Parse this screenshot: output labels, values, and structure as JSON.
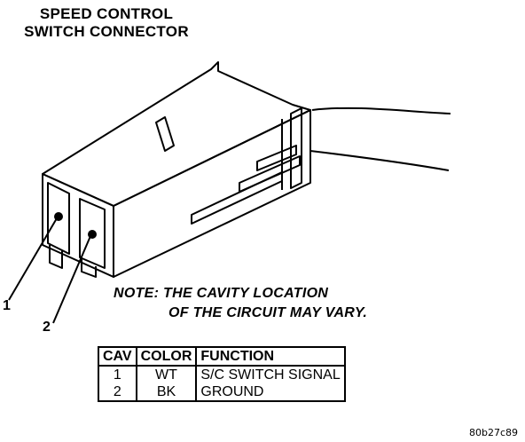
{
  "title": {
    "line1": "SPEED CONTROL",
    "line2": "SWITCH CONNECTOR"
  },
  "note": {
    "line1": "NOTE: THE CAVITY LOCATION",
    "line2": "OF THE CIRCUIT MAY VARY."
  },
  "callouts": {
    "pin1": "1",
    "pin2": "2"
  },
  "table": {
    "headers": [
      "CAV",
      "COLOR",
      "FUNCTION"
    ],
    "rows": [
      [
        "1",
        "WT",
        "S/C SWITCH SIGNAL"
      ],
      [
        "2",
        "BK",
        "GROUND"
      ]
    ]
  },
  "figure_id": "80b27c89"
}
